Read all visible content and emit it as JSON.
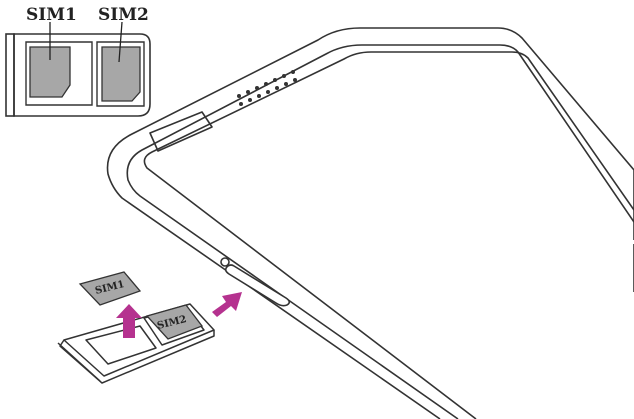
{
  "inset": {
    "label_sim1": "SIM1",
    "label_sim2": "SIM2"
  },
  "illustration": {
    "card_sim1_label": "SIM1",
    "card_sim2_label": "SIM2"
  },
  "colors": {
    "line": "#333333",
    "sim_gray": "#a7a7a7",
    "arrow": "#b5328f",
    "background": "#ffffff"
  }
}
